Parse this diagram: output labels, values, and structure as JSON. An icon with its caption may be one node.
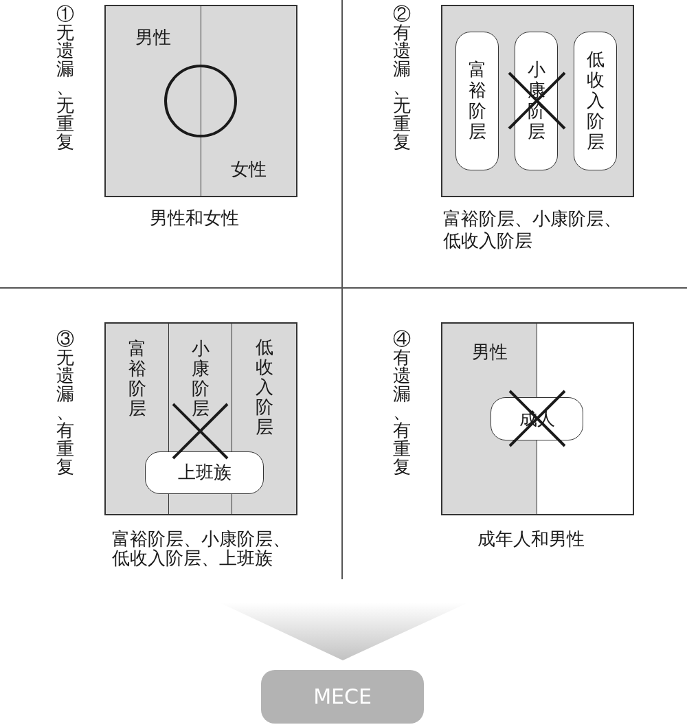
{
  "diagram": {
    "nodes": [
      {
        "text": [],
        "shape": "box"
      },
      {
        "text": [
          "男性"
        ],
        "in": 0
      },
      {
        "text": [
          "女性"
        ],
        "in": 0
      },
      {
        "text": [],
        "shape": "box"
      },
      {
        "text": [
          "富裕阶层"
        ],
        "in": 3
      },
      {
        "text": [
          "小康阶层"
        ],
        "in": 3
      },
      {
        "text": [
          "低收入阶层"
        ],
        "in": 3
      },
      {
        "text": [],
        "shape": "box"
      },
      {
        "text": [
          "富裕阶层"
        ],
        "in": 7
      },
      {
        "text": [
          "小康阶层"
        ],
        "in": 7
      },
      {
        "text": [
          "低收入阶层"
        ],
        "in": 7
      },
      {
        "text": [
          "上班族"
        ],
        "in": 7
      },
      {
        "text": [],
        "shape": "box"
      },
      {
        "text": [
          "男性"
        ],
        "in": 12
      },
      {
        "text": [
          "成人"
        ],
        "in": 12
      },
      {
        "text": [
          "MECE"
        ]
      }
    ],
    "edges": [
      {
        "from": null,
        "to": 15,
        "arrow": "to"
      }
    ],
    "labels": [
      "①无遗漏、无重复",
      "②有遗漏、无重复",
      "男性和女性",
      "富裕阶层、小康阶层、低收入阶层",
      "③无遗漏、有重复",
      "④有遗漏、有重复",
      "富裕阶层、小康阶层、低收入阶层、上班族",
      "成年人和男性"
    ]
  }
}
